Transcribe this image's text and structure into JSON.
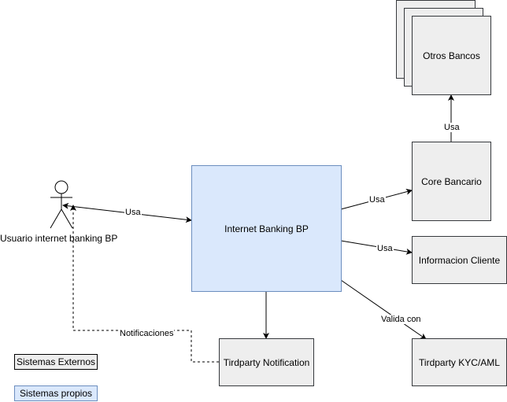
{
  "actor": {
    "name": "Usuario internet banking BP"
  },
  "nodes": {
    "internet_banking": "Internet Banking BP",
    "otros_bancos": "Otros Bancos",
    "core_bancario": "Core Bancario",
    "informacion_cliente": "Informacion Cliente",
    "tirdparty_kyc": "Tirdparty KYC/AML",
    "tirdparty_notification": "Tirdparty Notification"
  },
  "edges": {
    "usuario_to_ib": "Usa",
    "ib_to_core": "Usa",
    "ib_to_info": "Usa",
    "ib_to_kyc": "Valida con",
    "core_to_otros": "Usa",
    "notif_to_usuario": "Notificaciones"
  },
  "legend": {
    "externos": "Sistemas Externos",
    "propios": "Sistemas propios"
  },
  "colors": {
    "external_fill": "#eeeeee",
    "external_stroke": "#36393d",
    "own_fill": "#dae8fc",
    "own_stroke": "#6c8ebf"
  }
}
